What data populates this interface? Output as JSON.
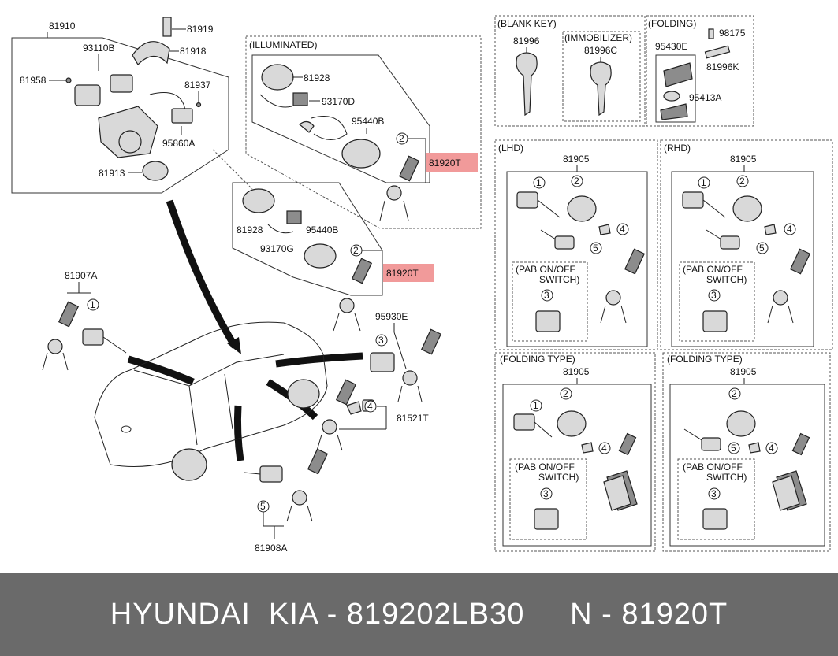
{
  "labels": {
    "l_81910": "81910",
    "l_81919": "81919",
    "l_93110B": "93110B",
    "l_81918": "81918",
    "l_81958": "81958",
    "l_81937": "81937",
    "l_95860A": "95860A",
    "l_81913": "81913",
    "illuminated": "(ILLUMINATED)",
    "l_81928_a": "81928",
    "l_93170D": "93170D",
    "l_95440B_a": "95440B",
    "l_2_a": "2",
    "l_81920T_a": "81920T",
    "l_81928_b": "81928",
    "l_93170G": "93170G",
    "l_95440B_b": "95440B",
    "l_2_b": "2",
    "l_81920T_b": "81920T",
    "l_81907A": "81907A",
    "l_1_a": "1",
    "l_95930E": "95930E",
    "l_3_a": "3",
    "l_81521T": "81521T",
    "l_4_a": "4",
    "l_5_a": "5",
    "l_81908A": "81908A",
    "blank_key": "(BLANK KEY)",
    "l_81996": "81996",
    "immobilizer": "(IMMOBILIZER)",
    "l_81996C": "81996C",
    "folding": "(FOLDING)",
    "l_98175": "98175",
    "l_95430E": "95430E",
    "l_81996K": "81996K",
    "l_95413A": "95413A",
    "lhd": "(LHD)",
    "rhd": "(RHD)",
    "l_81905_a": "81905",
    "l_81905_b": "81905",
    "l_81905_c": "81905",
    "l_81905_d": "81905",
    "folding_type_a": "(FOLDING TYPE)",
    "folding_type_b": "(FOLDING TYPE)",
    "pab_a1": "(PAB ON/OFF",
    "pab_a2": "SWITCH)",
    "pab_b1": "(PAB ON/OFF",
    "pab_b2": "SWITCH)",
    "pab_c1": "(PAB ON/OFF",
    "pab_c2": "SWITCH)",
    "pab_d1": "(PAB ON/OFF",
    "pab_d2": "SWITCH)",
    "n1_a": "1",
    "n2_a": "2",
    "n4_a": "4",
    "n5_a": "5",
    "n3_a": "3",
    "n1_b": "1",
    "n2_b": "2",
    "n4_b": "4",
    "n5_b": "5",
    "n3_b": "3",
    "n1_c": "1",
    "n2_c": "2",
    "n4_c": "4",
    "n3_c": "3",
    "n2_d": "2",
    "n5_d": "5",
    "n4_d": "4",
    "n3_d": "3"
  },
  "footer": {
    "text": "HYUNDAI  KIA - 819202LB30     N - 81920T"
  },
  "colors": {
    "highlight": "#f19a9a",
    "footer_bg": "#6a6a6a",
    "footer_text": "#ffffff"
  }
}
